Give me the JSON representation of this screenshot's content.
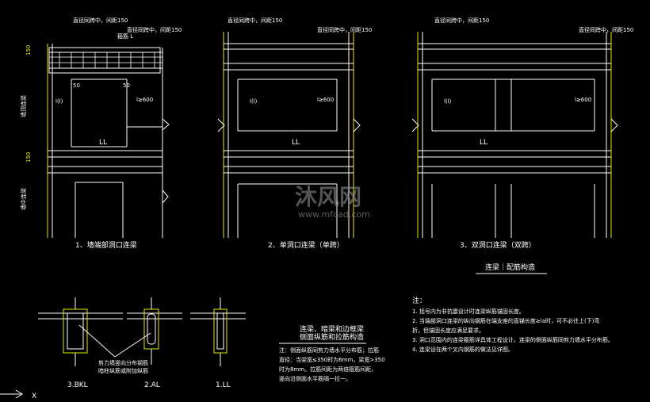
{
  "detail_titles": [
    "1、墙端部洞口连梁",
    "2、单洞口连梁（单跨）",
    "3、双洞口连梁（双跨）"
  ],
  "callouts": {
    "top_left_1": "直径同跨中，间距150",
    "top_left_2": "箍筋 L",
    "top_right": "直径同跨中，间距150",
    "beam_mark": "LL",
    "dim_150": "150",
    "dim_50": "50",
    "anchor_1": "l(l)",
    "anchor_2": "l≥600"
  },
  "side_notes": [
    "墙顶连梁",
    "墙中连梁"
  ],
  "section_labels": [
    "3.BKL",
    "2.AL",
    "1.LL"
  ],
  "section_callout": [
    "剪力墙竖向分布钢筋",
    "暗柱纵筋或附加纵筋"
  ],
  "middle_note": {
    "title_1": "连梁、暗梁和边框梁",
    "title_2": "侧面纵筋和拉筋构造",
    "lines": [
      "注：侧面纵筋同剪力墙水平分布筋；拉筋",
      "直径：当梁宽≤350时为6mm，梁宽>350",
      "时为8mm。拉筋间距为两倍箍筋间距，",
      "竖向沿侧面水平筋隔一拉一。"
    ]
  },
  "right_header": "连梁｜配筋构造",
  "notes_title": "注：",
  "notes": [
    "1. 括号内为非抗震设计时连梁纵筋锚固长度。",
    "2. 当端部洞口连梁的纵向钢筋在端支座的直锚长度≥la时，可不必往上(下)弯",
    "   折，但锚固长度应满足要求。",
    "3. 洞口范围内的连梁箍筋详具体工程设计。连梁的侧面纵筋同剪力墙水平分布筋。",
    "4. 连梁设在两个叉内钢筋的做法见详图。"
  ],
  "watermark": "沐风网",
  "watermark_url": "www.mfcad.com",
  "axis_label": "X",
  "colors": {
    "line": "#ffffff",
    "accent": "#e8e800",
    "watermark": "#9a9a9a"
  }
}
